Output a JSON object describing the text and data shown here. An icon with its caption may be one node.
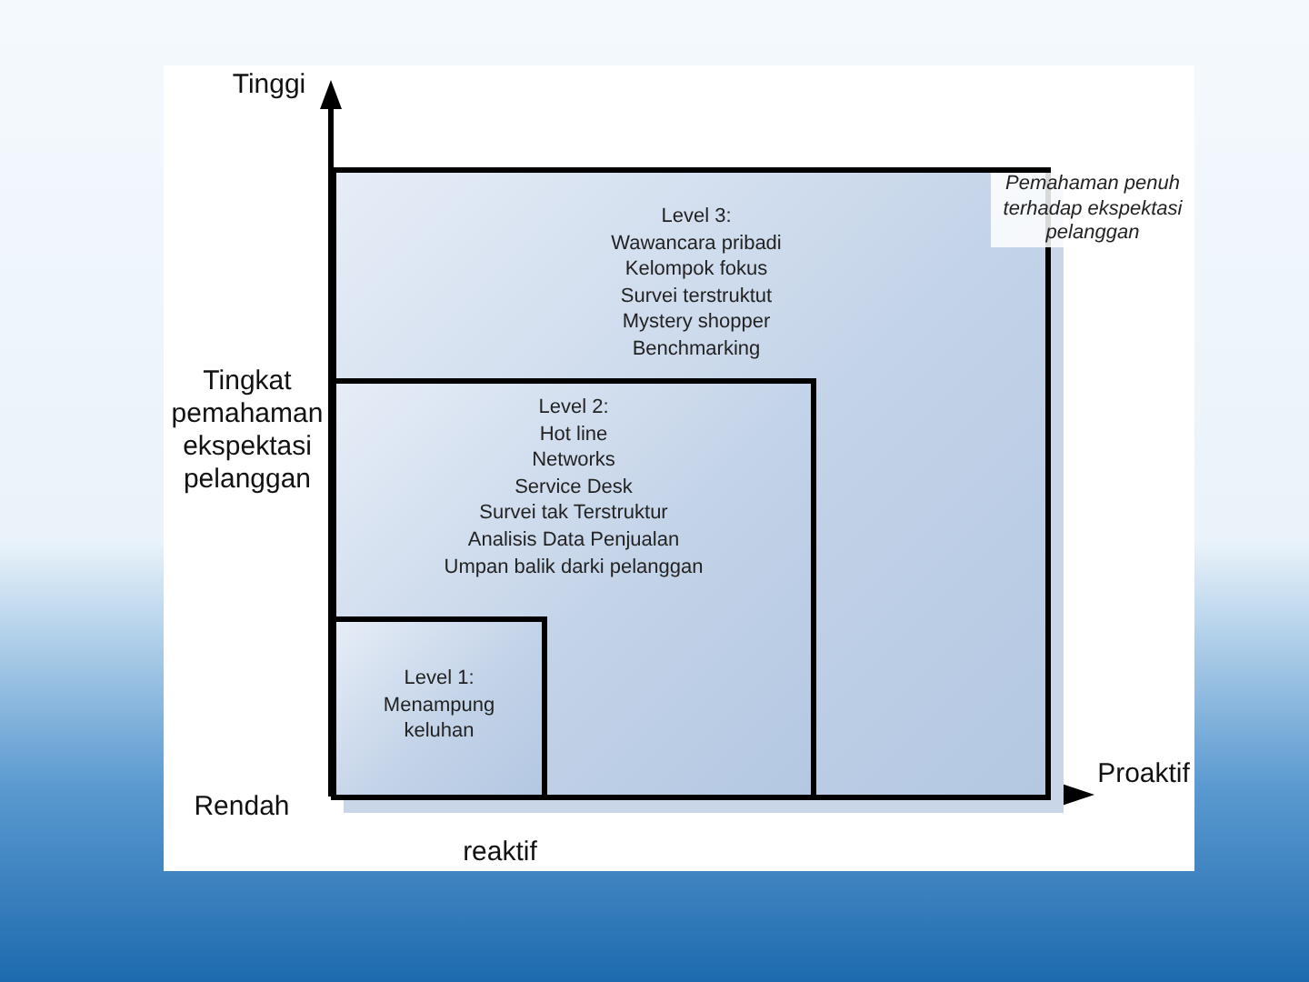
{
  "diagram": {
    "nodes": [
      {
        "text": [
          "Level 3:",
          "Wawancara pribadi",
          "Kelompok fokus",
          "Survei terstruktut",
          "Mystery shopper",
          "Benchmarking"
        ],
        "beside": [
          "Pemahaman penuh terhadap  ekspektasi pelanggan"
        ]
      },
      {
        "text": [
          "Level 2:",
          "Hot line",
          "Networks",
          "Service Desk",
          "Survei tak Terstruktur",
          "Analisis Data Penjualan",
          "Umpan balik darki pelanggan"
        ],
        "in": 0
      },
      {
        "text": [
          "Level 1: Menampung keluhan"
        ],
        "in": 1
      }
    ],
    "labels": [
      "Tinggi",
      "Tingkat pemahaman ekspektasi pelanggan",
      "Rendah",
      "reaktif",
      "Proaktif"
    ]
  }
}
